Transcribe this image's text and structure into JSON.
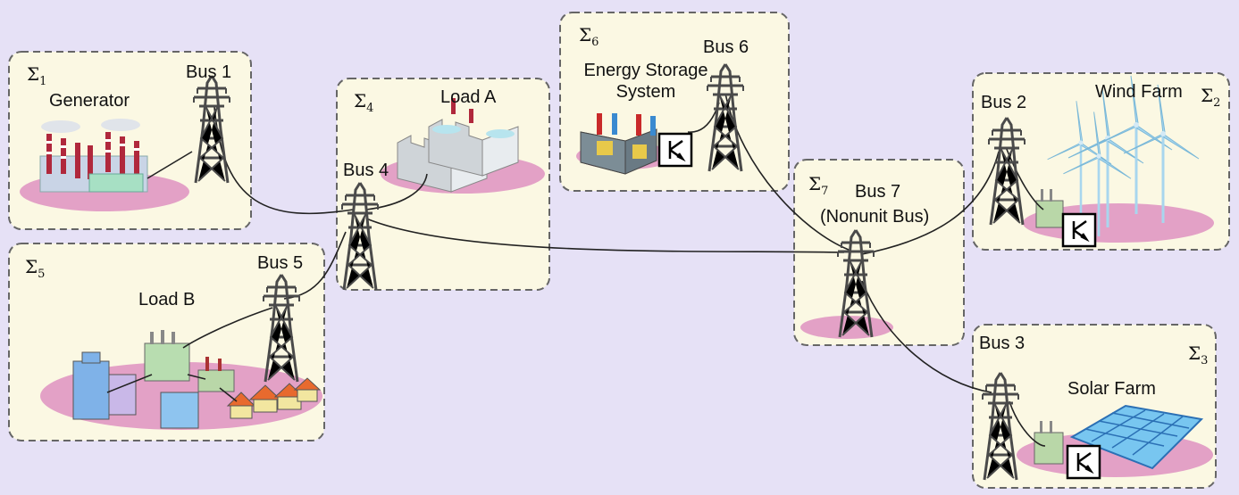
{
  "subsystems": [
    {
      "id": "s1",
      "sigma": "Σ",
      "index": "1",
      "title": "Generator",
      "bus": "Bus 1"
    },
    {
      "id": "s2",
      "sigma": "Σ",
      "index": "2",
      "title": "Wind Farm",
      "bus": "Bus 2"
    },
    {
      "id": "s3",
      "sigma": "Σ",
      "index": "3",
      "title": "Solar Farm",
      "bus": "Bus 3"
    },
    {
      "id": "s4",
      "sigma": "Σ",
      "index": "4",
      "title": "Load A",
      "bus": "Bus 4"
    },
    {
      "id": "s5",
      "sigma": "Σ",
      "index": "5",
      "title": "Load B",
      "bus": "Bus 5"
    },
    {
      "id": "s6",
      "sigma": "Σ",
      "index": "6",
      "title_line1": "Energy Storage",
      "title_line2": "System",
      "bus": "Bus 6"
    },
    {
      "id": "s7",
      "sigma": "Σ",
      "index": "7",
      "bus": "Bus 7",
      "bus_note": "(Nonunit Bus)"
    }
  ],
  "colors": {
    "background": "#e6e1f6",
    "box_fill": "#fbf8e3",
    "box_border": "#666666",
    "ground": "#e3a1c6",
    "tower": "#4a4a4a",
    "line": "#222222"
  }
}
